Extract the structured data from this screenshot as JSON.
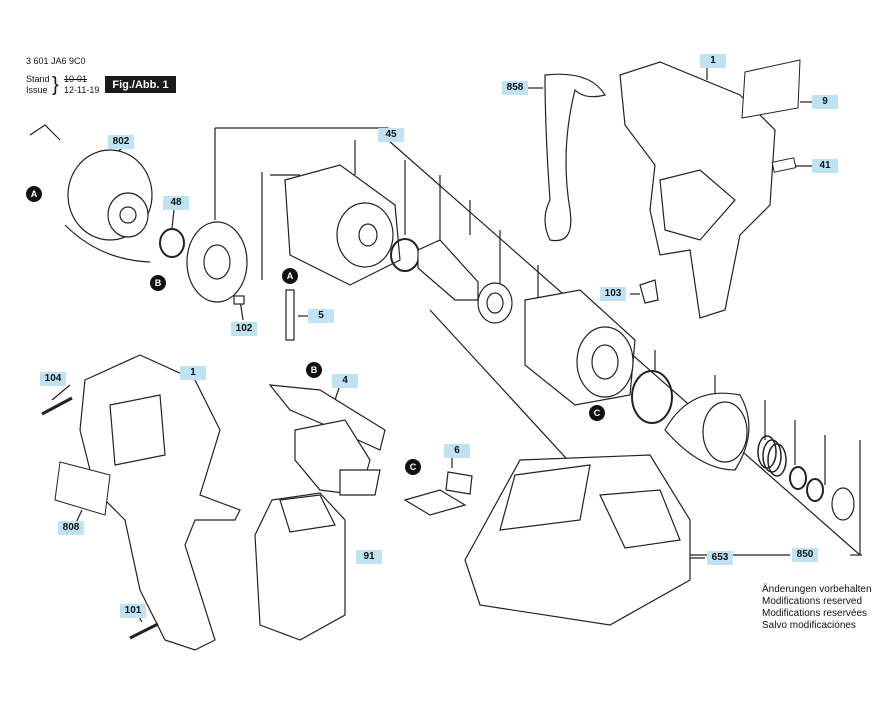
{
  "header": {
    "part_number": "3 601 JA6 9C0",
    "stand_label": "Stand",
    "stand_value": "10-01",
    "issue_label": "Issue",
    "issue_value": "12-11-19",
    "figure_label": "Fig./Abb. 1"
  },
  "parts": {
    "p1_housing_right": "1",
    "p858": "858",
    "p9": "9",
    "p41": "41",
    "p103": "103",
    "p802": "802",
    "p48": "48",
    "p45": "45",
    "p102": "102",
    "p5": "5",
    "p104": "104",
    "p1_housing_left": "1",
    "p4": "4",
    "p6": "6",
    "p808": "808",
    "p91": "91",
    "p653": "653",
    "p850": "850",
    "p101": "101"
  },
  "refs": {
    "A_left": "A",
    "B_left": "B",
    "A_center": "A",
    "B_center": "B",
    "C_center": "C",
    "C_right": "C"
  },
  "disclaimer": [
    "Änderungen vorbehalten",
    "Modifications reserved",
    "Modifications reservées",
    "Salvo modificaciones"
  ]
}
